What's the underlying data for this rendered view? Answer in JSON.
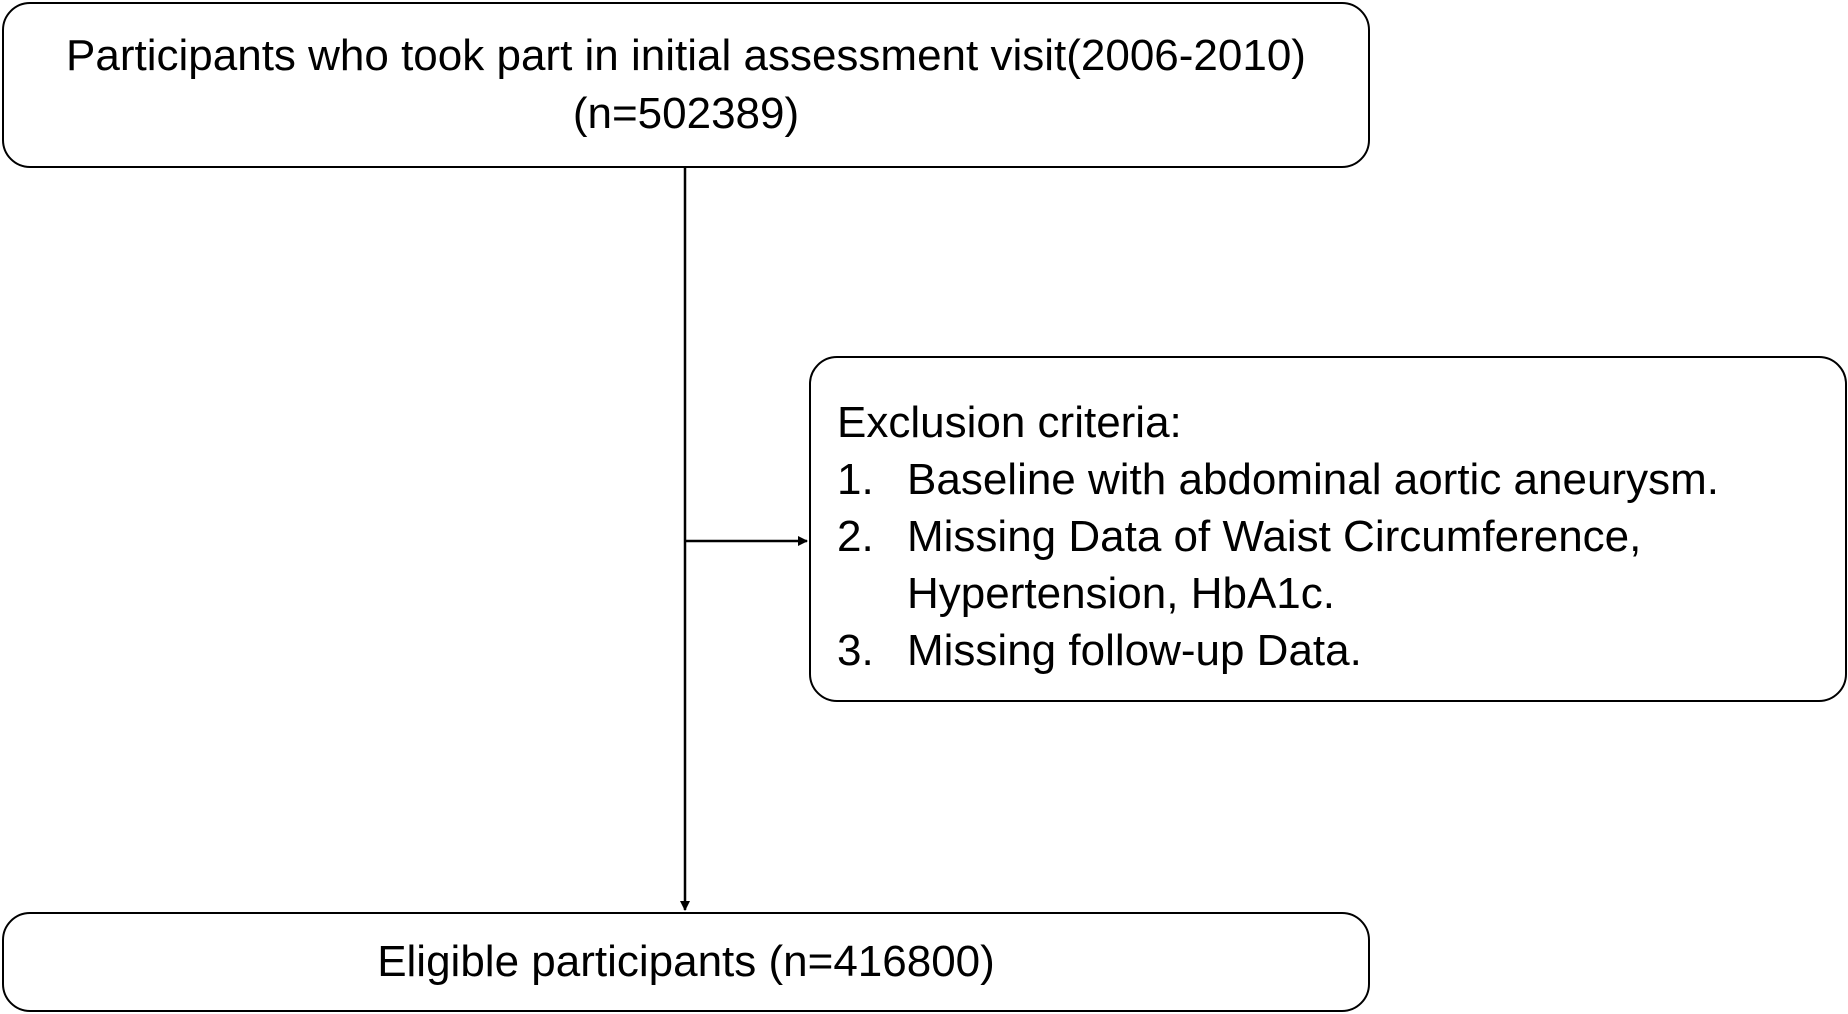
{
  "flowchart": {
    "top_box": {
      "line1": "Participants who took part in initial assessment visit(2006-2010)",
      "line2": "(n=502389)"
    },
    "exclusion_box": {
      "title": "Exclusion criteria:",
      "items": [
        {
          "num": "1.",
          "text": "Baseline with abdominal aortic aneurysm."
        },
        {
          "num": "2.",
          "text_line1": "Missing Data of Waist Circumference,",
          "text_line2": "Hypertension, HbA1c."
        },
        {
          "num": "3.",
          "text": "Missing follow-up Data."
        }
      ]
    },
    "bottom_box": {
      "label": "Eligible participants (n=416800)"
    },
    "colors": {
      "stroke": "#000000",
      "background": "#ffffff",
      "text": "#000000"
    }
  }
}
